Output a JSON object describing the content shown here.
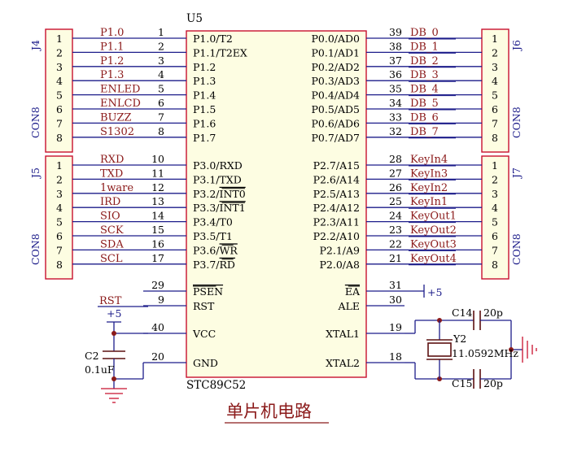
{
  "title": "单片机电路",
  "mcu": {
    "designator": "U5",
    "part": "STC89C52",
    "left_pins": [
      {
        "num": "1",
        "label": "P1.0/T2",
        "net": "P1.0"
      },
      {
        "num": "2",
        "label": "P1.1/T2EX",
        "net": "P1.1"
      },
      {
        "num": "3",
        "label": "P1.2",
        "net": "P1.2"
      },
      {
        "num": "4",
        "label": "P1.3",
        "net": "P1.3"
      },
      {
        "num": "5",
        "label": "P1.4",
        "net": "ENLED"
      },
      {
        "num": "6",
        "label": "P1.5",
        "net": "ENLCD"
      },
      {
        "num": "7",
        "label": "P1.6",
        "net": "BUZZ"
      },
      {
        "num": "8",
        "label": "P1.7",
        "net": "S1302"
      },
      {
        "num": "10",
        "label": "P3.0/RXD",
        "net": "RXD"
      },
      {
        "num": "11",
        "label": "P3.1/TXD",
        "net": "TXD"
      },
      {
        "num": "12",
        "label": "P3.2/INT0",
        "net": "1ware",
        "overline": "INT0"
      },
      {
        "num": "13",
        "label": "P3.3/INT1",
        "net": "IRD",
        "overline": "INT1"
      },
      {
        "num": "14",
        "label": "P3.4/T0",
        "net": "SIO"
      },
      {
        "num": "15",
        "label": "P3.5/T1",
        "net": "SCK"
      },
      {
        "num": "16",
        "label": "P3.6/WR",
        "net": "SDA",
        "overline": "WR"
      },
      {
        "num": "17",
        "label": "P3.7/RD",
        "net": "SCL",
        "overline": "RD"
      },
      {
        "num": "29",
        "label": "PSEN",
        "net": "",
        "overline": "PSEN"
      },
      {
        "num": "9",
        "label": "RST",
        "net": "RST"
      },
      {
        "num": "40",
        "label": "VCC",
        "net": ""
      },
      {
        "num": "20",
        "label": "GND",
        "net": ""
      }
    ],
    "right_pins": [
      {
        "num": "39",
        "label": "P0.0/AD0",
        "net": "DB_0"
      },
      {
        "num": "38",
        "label": "P0.1/AD1",
        "net": "DB_1"
      },
      {
        "num": "37",
        "label": "P0.2/AD2",
        "net": "DB_2"
      },
      {
        "num": "36",
        "label": "P0.3/AD3",
        "net": "DB_3"
      },
      {
        "num": "35",
        "label": "P0.4/AD4",
        "net": "DB_4"
      },
      {
        "num": "34",
        "label": "P0.5/AD5",
        "net": "DB_5"
      },
      {
        "num": "33",
        "label": "P0.6/AD6",
        "net": "DB_6"
      },
      {
        "num": "32",
        "label": "P0.7/AD7",
        "net": "DB_7"
      },
      {
        "num": "28",
        "label": "P2.7/A15",
        "net": "KeyIn4"
      },
      {
        "num": "27",
        "label": "P2.6/A14",
        "net": "KeyIn3"
      },
      {
        "num": "26",
        "label": "P2.5/A13",
        "net": "KeyIn2"
      },
      {
        "num": "25",
        "label": "P2.4/A12",
        "net": "KeyIn1"
      },
      {
        "num": "24",
        "label": "P2.3/A11",
        "net": "KeyOut1"
      },
      {
        "num": "23",
        "label": "P2.2/A10",
        "net": "KeyOut2"
      },
      {
        "num": "22",
        "label": "P2.1/A9",
        "net": "KeyOut3"
      },
      {
        "num": "21",
        "label": "P2.0/A8",
        "net": "KeyOut4"
      },
      {
        "num": "31",
        "label": "EA",
        "net": "",
        "overline": "EA"
      },
      {
        "num": "30",
        "label": "ALE",
        "net": ""
      },
      {
        "num": "19",
        "label": "XTAL1",
        "net": ""
      },
      {
        "num": "18",
        "label": "XTAL2",
        "net": ""
      }
    ]
  },
  "connectors": [
    {
      "designator": "J4",
      "type": "CON8",
      "pins": [
        "1",
        "2",
        "3",
        "4",
        "5",
        "6",
        "7",
        "8"
      ]
    },
    {
      "designator": "J5",
      "type": "CON8",
      "pins": [
        "1",
        "2",
        "3",
        "4",
        "5",
        "6",
        "7",
        "8"
      ]
    },
    {
      "designator": "J6",
      "type": "CON8",
      "pins": [
        "1",
        "2",
        "3",
        "4",
        "5",
        "6",
        "7",
        "8"
      ]
    },
    {
      "designator": "J7",
      "type": "CON8",
      "pins": [
        "1",
        "2",
        "3",
        "4",
        "5",
        "6",
        "7",
        "8"
      ]
    }
  ],
  "ea_supply": "+5",
  "vcc_supply": "+5",
  "cap_c2": {
    "designator": "C2",
    "value": "0.1uF"
  },
  "cap_c14": {
    "designator": "C14",
    "value": "20p"
  },
  "cap_c15": {
    "designator": "C15",
    "value": "20p"
  },
  "crystal": {
    "designator": "Y2",
    "value": "11.0592MHz"
  },
  "colors": {
    "wire": "#1c1c8a",
    "body": "#c8102e",
    "net_label": "#8b1a1a",
    "text": "#000000"
  }
}
